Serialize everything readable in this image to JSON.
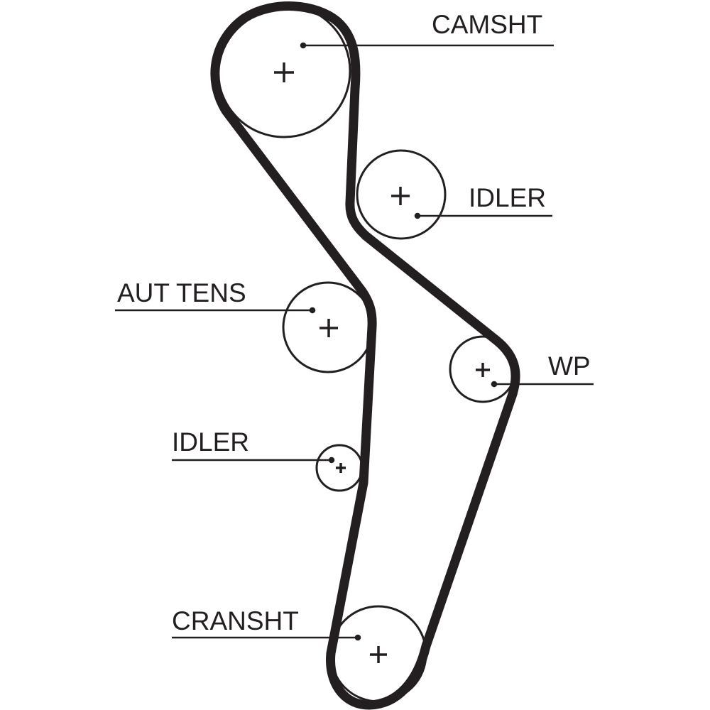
{
  "labels": {
    "camshaft": "CAMSHT",
    "idler_upper": "IDLER",
    "auto_tensioner": "AUT TENS",
    "water_pump": "WP",
    "idler_lower": "IDLER",
    "crankshaft": "CRANSHT"
  },
  "colors": {
    "line": "#231f20",
    "background": "#ffffff"
  }
}
